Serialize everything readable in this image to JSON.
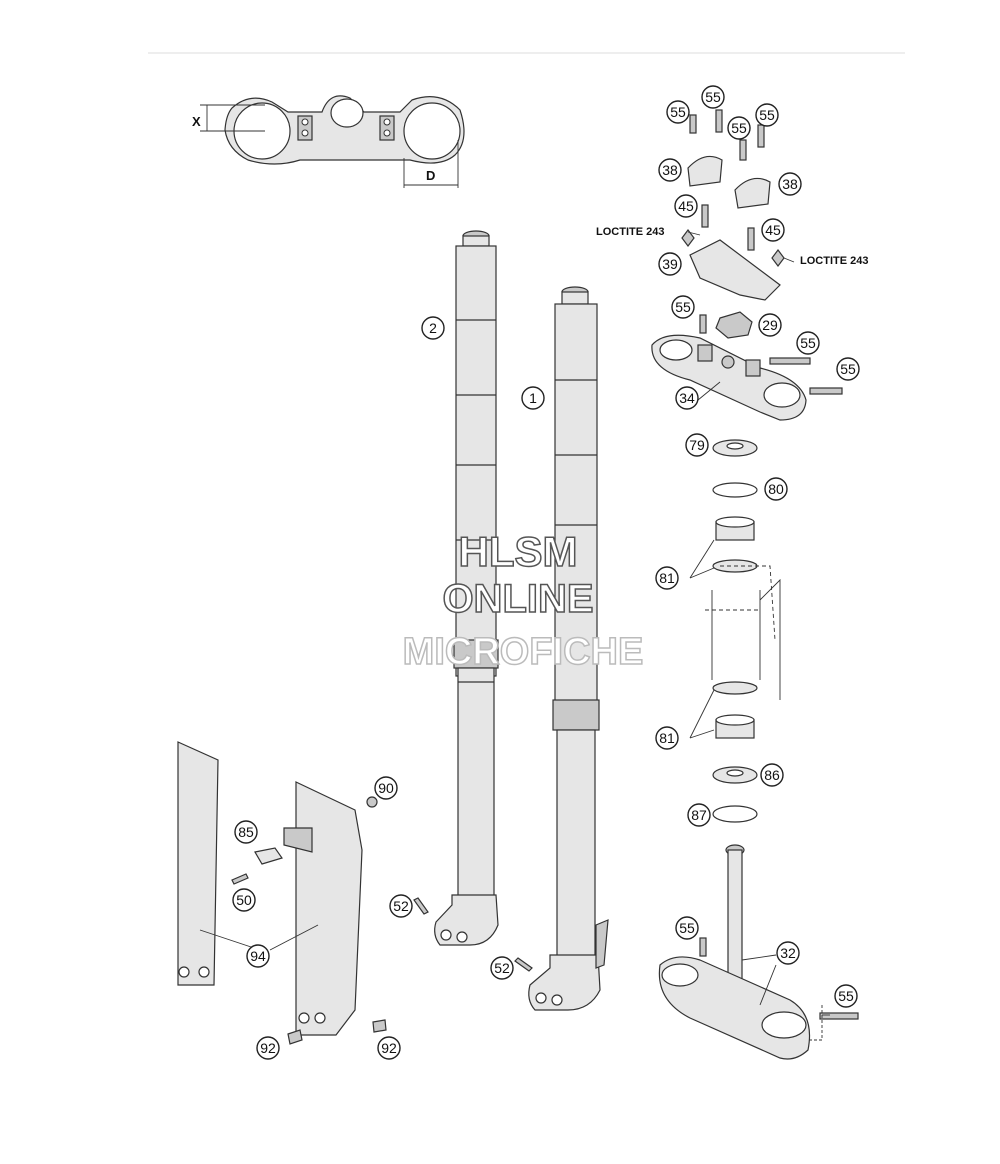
{
  "callouts": [
    {
      "id": "c55a",
      "label": "55"
    },
    {
      "id": "c55b",
      "label": "55"
    },
    {
      "id": "c55c",
      "label": "55"
    },
    {
      "id": "c55d",
      "label": "55"
    },
    {
      "id": "c38a",
      "label": "38"
    },
    {
      "id": "c38b",
      "label": "38"
    },
    {
      "id": "c45a",
      "label": "45"
    },
    {
      "id": "c45b",
      "label": "45"
    },
    {
      "id": "c39",
      "label": "39"
    },
    {
      "id": "c55e",
      "label": "55"
    },
    {
      "id": "c29",
      "label": "29"
    },
    {
      "id": "c55f",
      "label": "55"
    },
    {
      "id": "c55g",
      "label": "55"
    },
    {
      "id": "c34",
      "label": "34"
    },
    {
      "id": "c79",
      "label": "79"
    },
    {
      "id": "c80",
      "label": "80"
    },
    {
      "id": "c81a",
      "label": "81"
    },
    {
      "id": "c81b",
      "label": "81"
    },
    {
      "id": "c86",
      "label": "86"
    },
    {
      "id": "c87",
      "label": "87"
    },
    {
      "id": "c55h",
      "label": "55"
    },
    {
      "id": "c32",
      "label": "32"
    },
    {
      "id": "c55i",
      "label": "55"
    },
    {
      "id": "c2",
      "label": "2"
    },
    {
      "id": "c1",
      "label": "1"
    },
    {
      "id": "c52a",
      "label": "52"
    },
    {
      "id": "c52b",
      "label": "52"
    },
    {
      "id": "c90",
      "label": "90"
    },
    {
      "id": "c85",
      "label": "85"
    },
    {
      "id": "c50",
      "label": "50"
    },
    {
      "id": "c94",
      "label": "94"
    },
    {
      "id": "c92a",
      "label": "92"
    },
    {
      "id": "c92b",
      "label": "92"
    }
  ],
  "notes": {
    "loctite_left": "LOCTITE 243",
    "loctite_right": "LOCTITE 243"
  },
  "dimensions": {
    "x_label": "X",
    "d_label": "D"
  },
  "watermark": {
    "line1": "HLSM",
    "line2": "ONLINE",
    "line3": "MICROFICHE"
  }
}
